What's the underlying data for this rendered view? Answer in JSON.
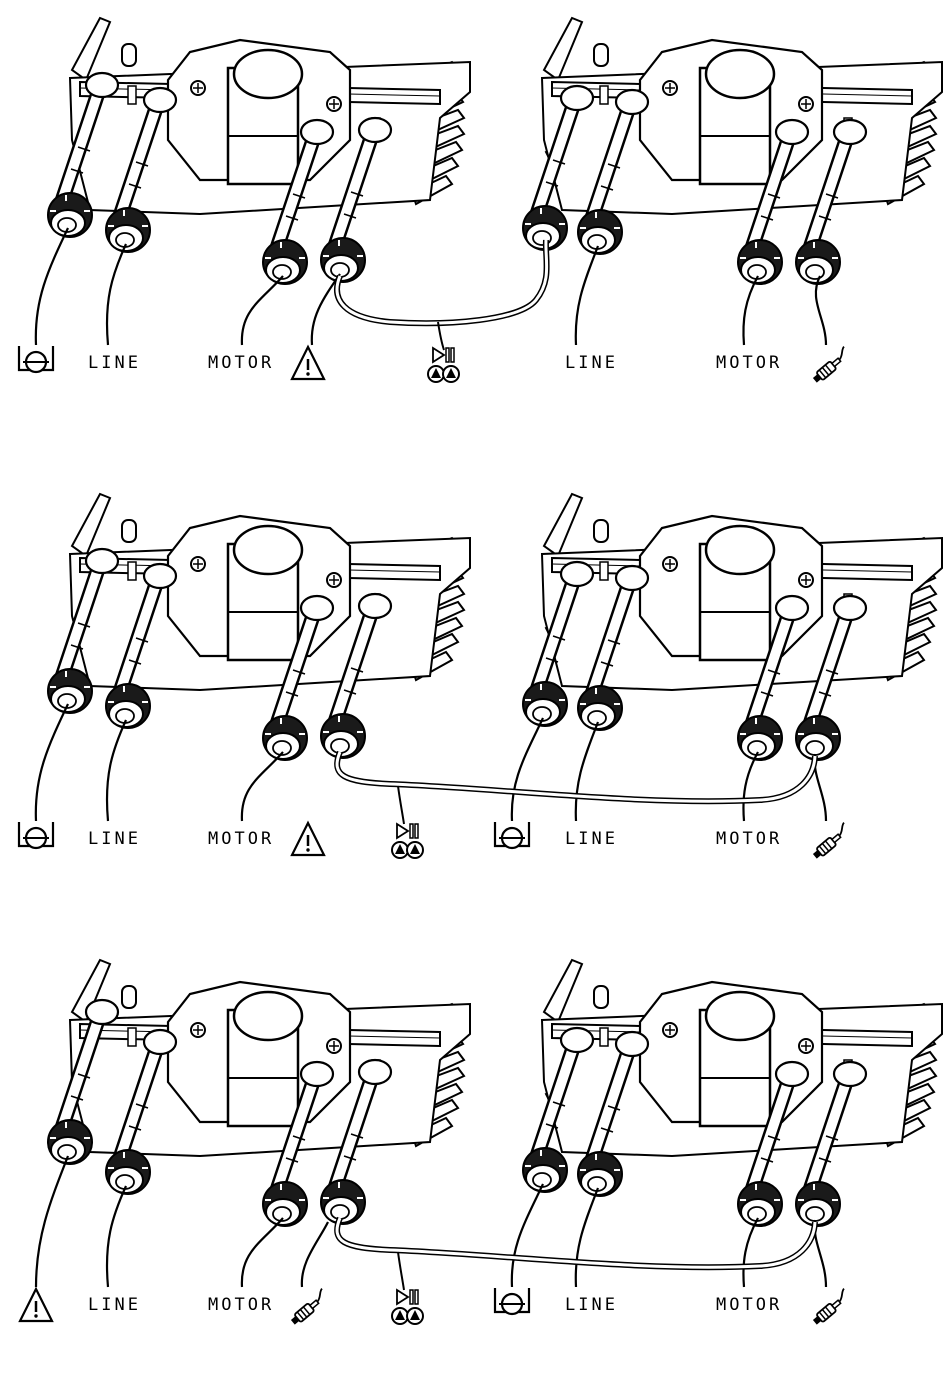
{
  "panels": [
    {
      "id": "top",
      "labels": {
        "left_pos1": "",
        "left_pos2": "LINE",
        "left_pos3": "MOTOR",
        "right_pos2": "LINE",
        "right_pos3": "MOTOR"
      },
      "icons": {
        "left_pos1": "float-switch-icon",
        "left_pos4": "warning-triangle-icon",
        "bridge": "run-pause-pumps-icon",
        "right_pos4": "sensor-probe-icon"
      },
      "bridge": "left_pos4-to-right_pos1"
    },
    {
      "id": "middle",
      "labels": {
        "left_pos2": "LINE",
        "left_pos3": "MOTOR",
        "right_pos2": "LINE",
        "right_pos3": "MOTOR"
      },
      "icons": {
        "left_pos1": "float-switch-icon",
        "left_pos4": "warning-triangle-icon",
        "bridge": "run-pause-pumps-icon",
        "right_pos1": "float-switch-icon",
        "right_pos4": "sensor-probe-icon"
      },
      "bridge": "left_pos4-to-right_pos4"
    },
    {
      "id": "bottom",
      "labels": {
        "left_pos2": "LINE",
        "left_pos3": "MOTOR",
        "right_pos2": "LINE",
        "right_pos3": "MOTOR"
      },
      "icons": {
        "left_pos1": "warning-triangle-icon",
        "left_pos4": "sensor-probe-icon",
        "bridge": "run-pause-pumps-icon",
        "right_pos1": "float-switch-icon",
        "right_pos4": "sensor-probe-icon"
      },
      "bridge": "left_pos4-to-right_pos4"
    }
  ]
}
